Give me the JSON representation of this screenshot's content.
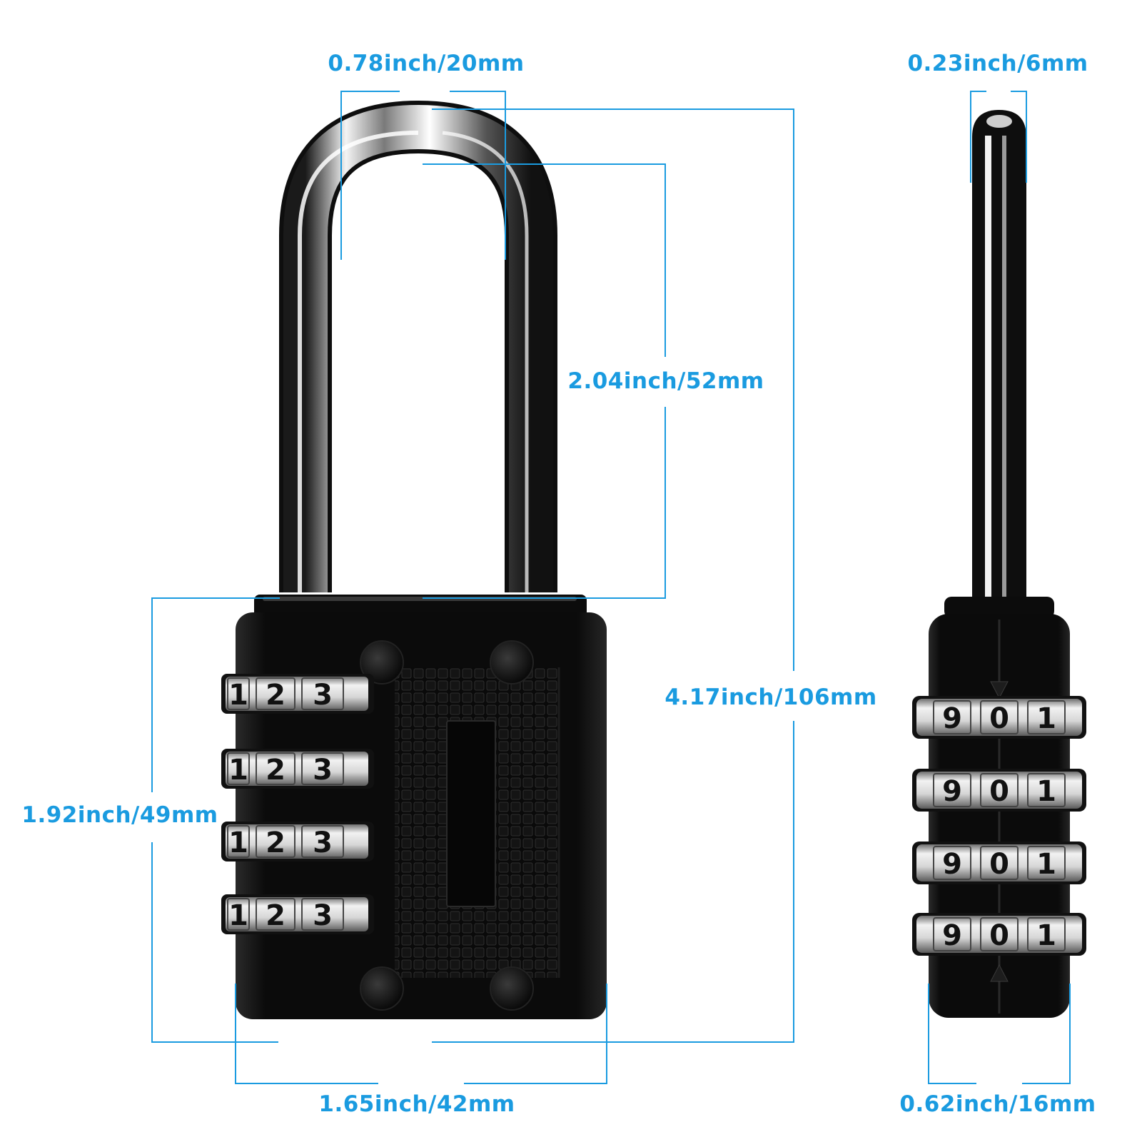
{
  "dimensions": {
    "shackle_inner_width": "0.78inch/20mm",
    "shackle_diameter": "0.23inch/6mm",
    "shackle_clearance": "2.04inch/52mm",
    "total_height": "4.17inch/106mm",
    "body_height": "1.92inch/49mm",
    "body_width": "1.65inch/42mm",
    "body_thickness": "0.62inch/16mm"
  },
  "front_wheels": [
    [
      "1",
      "2",
      "3"
    ],
    [
      "1",
      "2",
      "3"
    ],
    [
      "1",
      "2",
      "3"
    ],
    [
      "1",
      "2",
      "3"
    ]
  ],
  "side_wheels": [
    [
      "9",
      "0",
      "1"
    ],
    [
      "9",
      "0",
      "1"
    ],
    [
      "9",
      "0",
      "1"
    ],
    [
      "9",
      "0",
      "1"
    ]
  ],
  "colors": {
    "dimension": "#1a9be0",
    "lock_body": "#0d0d0d",
    "chrome": "#c8c8c8"
  }
}
